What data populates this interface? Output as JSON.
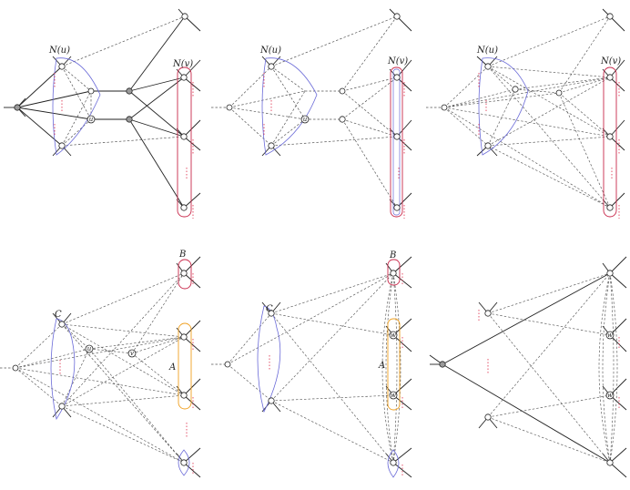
{
  "labels": {
    "N_u": "N(u)",
    "N_v": "N(v)",
    "u": "u",
    "v": "v",
    "w": "w",
    "A": "A",
    "B": "B",
    "C": "C"
  },
  "colors": {
    "ink": "#222222",
    "dashed": "#555555",
    "blue": "#6a6ad8",
    "red": "#c8284a",
    "orange": "#f0a020",
    "pink_dots": "#e0405a",
    "grey_node": "#9a9a9a"
  }
}
